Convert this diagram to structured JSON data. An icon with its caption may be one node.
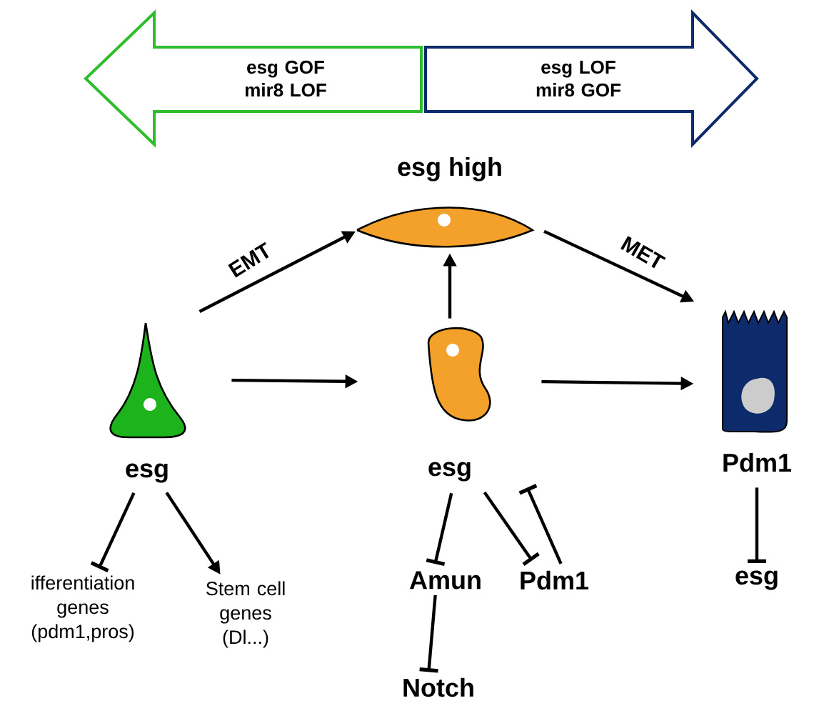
{
  "diagram": {
    "nodes": [
      {
        "text": [
          "esg GOF mir8 LOF"
        ]
      },
      {
        "text": [
          "esg LOF mir8 GOF"
        ]
      },
      {
        "text": [
          "esg high"
        ]
      },
      {
        "text": [
          "esg"
        ]
      },
      {
        "text": [
          "esg"
        ]
      },
      {
        "text": [
          "Pdm1"
        ]
      },
      {
        "text": [
          "ifferentiation genes (pdm1,pros)"
        ]
      },
      {
        "text": [
          "Stem cell genes (Dl...)"
        ]
      },
      {
        "text": [
          "Amun"
        ]
      },
      {
        "text": [
          "Pdm1"
        ]
      },
      {
        "text": [
          "Notch"
        ]
      },
      {
        "text": [
          "esg"
        ]
      }
    ],
    "edges": [
      {
        "from": 3,
        "to": 2,
        "arrow": "to",
        "label": "EMT"
      },
      {
        "from": 2,
        "to": 5,
        "arrow": "to",
        "label": "MET"
      },
      {
        "from": 4,
        "to": 2,
        "arrow": "to"
      },
      {
        "from": 3,
        "to": 4,
        "arrow": "to"
      },
      {
        "from": 4,
        "to": 5,
        "arrow": "to"
      },
      {
        "from": 3,
        "to": 6,
        "arrow": "other"
      },
      {
        "from": 3,
        "to": 7,
        "arrow": "to"
      },
      {
        "from": 4,
        "to": 8,
        "arrow": "other"
      },
      {
        "from": 4,
        "to": 9,
        "arrow": "other"
      },
      {
        "from": 9,
        "to": 4,
        "arrow": "other"
      },
      {
        "from": 8,
        "to": 10,
        "arrow": "other"
      },
      {
        "from": 5,
        "to": 11,
        "arrow": "other"
      }
    ]
  }
}
